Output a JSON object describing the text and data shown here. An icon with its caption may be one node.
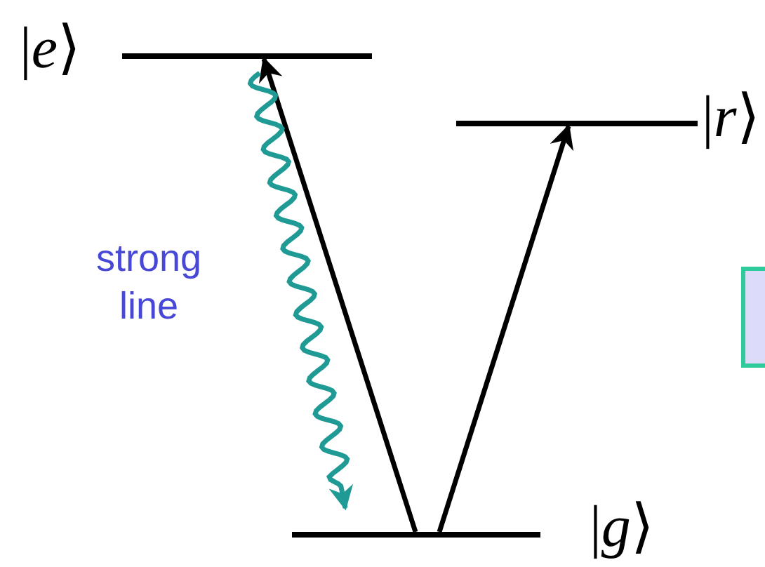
{
  "diagram": {
    "nodes": [
      {
        "text": [],
        "shape": "bar",
        "beside": [
          "|*e*⟩"
        ]
      },
      {
        "text": [],
        "shape": "bar",
        "beside": [
          "|*r*⟩"
        ]
      },
      {
        "text": [],
        "shape": "bar",
        "beside": [
          "|*g*⟩"
        ]
      }
    ],
    "edges": [
      {
        "from": 2,
        "to": 0,
        "arrow": "to"
      },
      {
        "from": 2,
        "to": 1,
        "arrow": "to"
      },
      {
        "from": 0,
        "to": 2,
        "arrow": "to",
        "label": "strong line",
        "color": "#1f9a94"
      }
    ]
  }
}
